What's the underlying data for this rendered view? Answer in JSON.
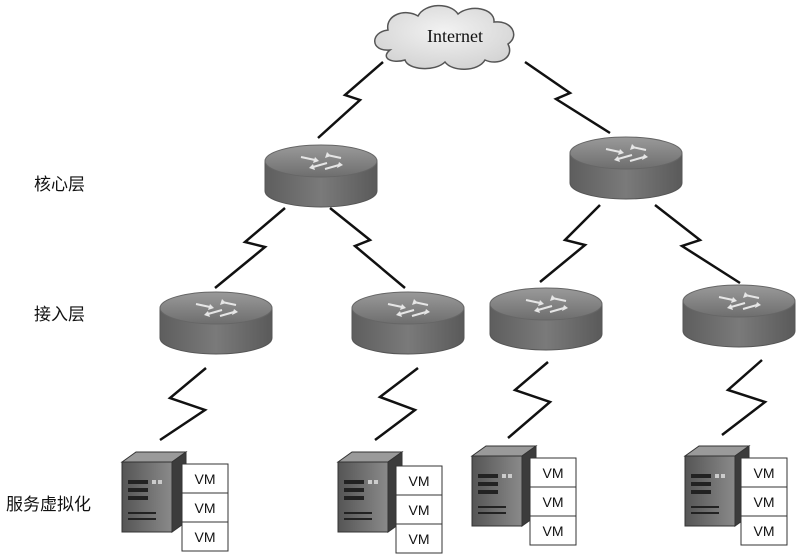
{
  "cloud": {
    "label": "Internet"
  },
  "layers": {
    "core": "核心层",
    "access": "接入层",
    "server": "服务虚拟化"
  },
  "vm_label": "VM",
  "nodes": {
    "core_count": 2,
    "access_count": 4,
    "servers_count": 4,
    "vms_per_server": 3
  }
}
